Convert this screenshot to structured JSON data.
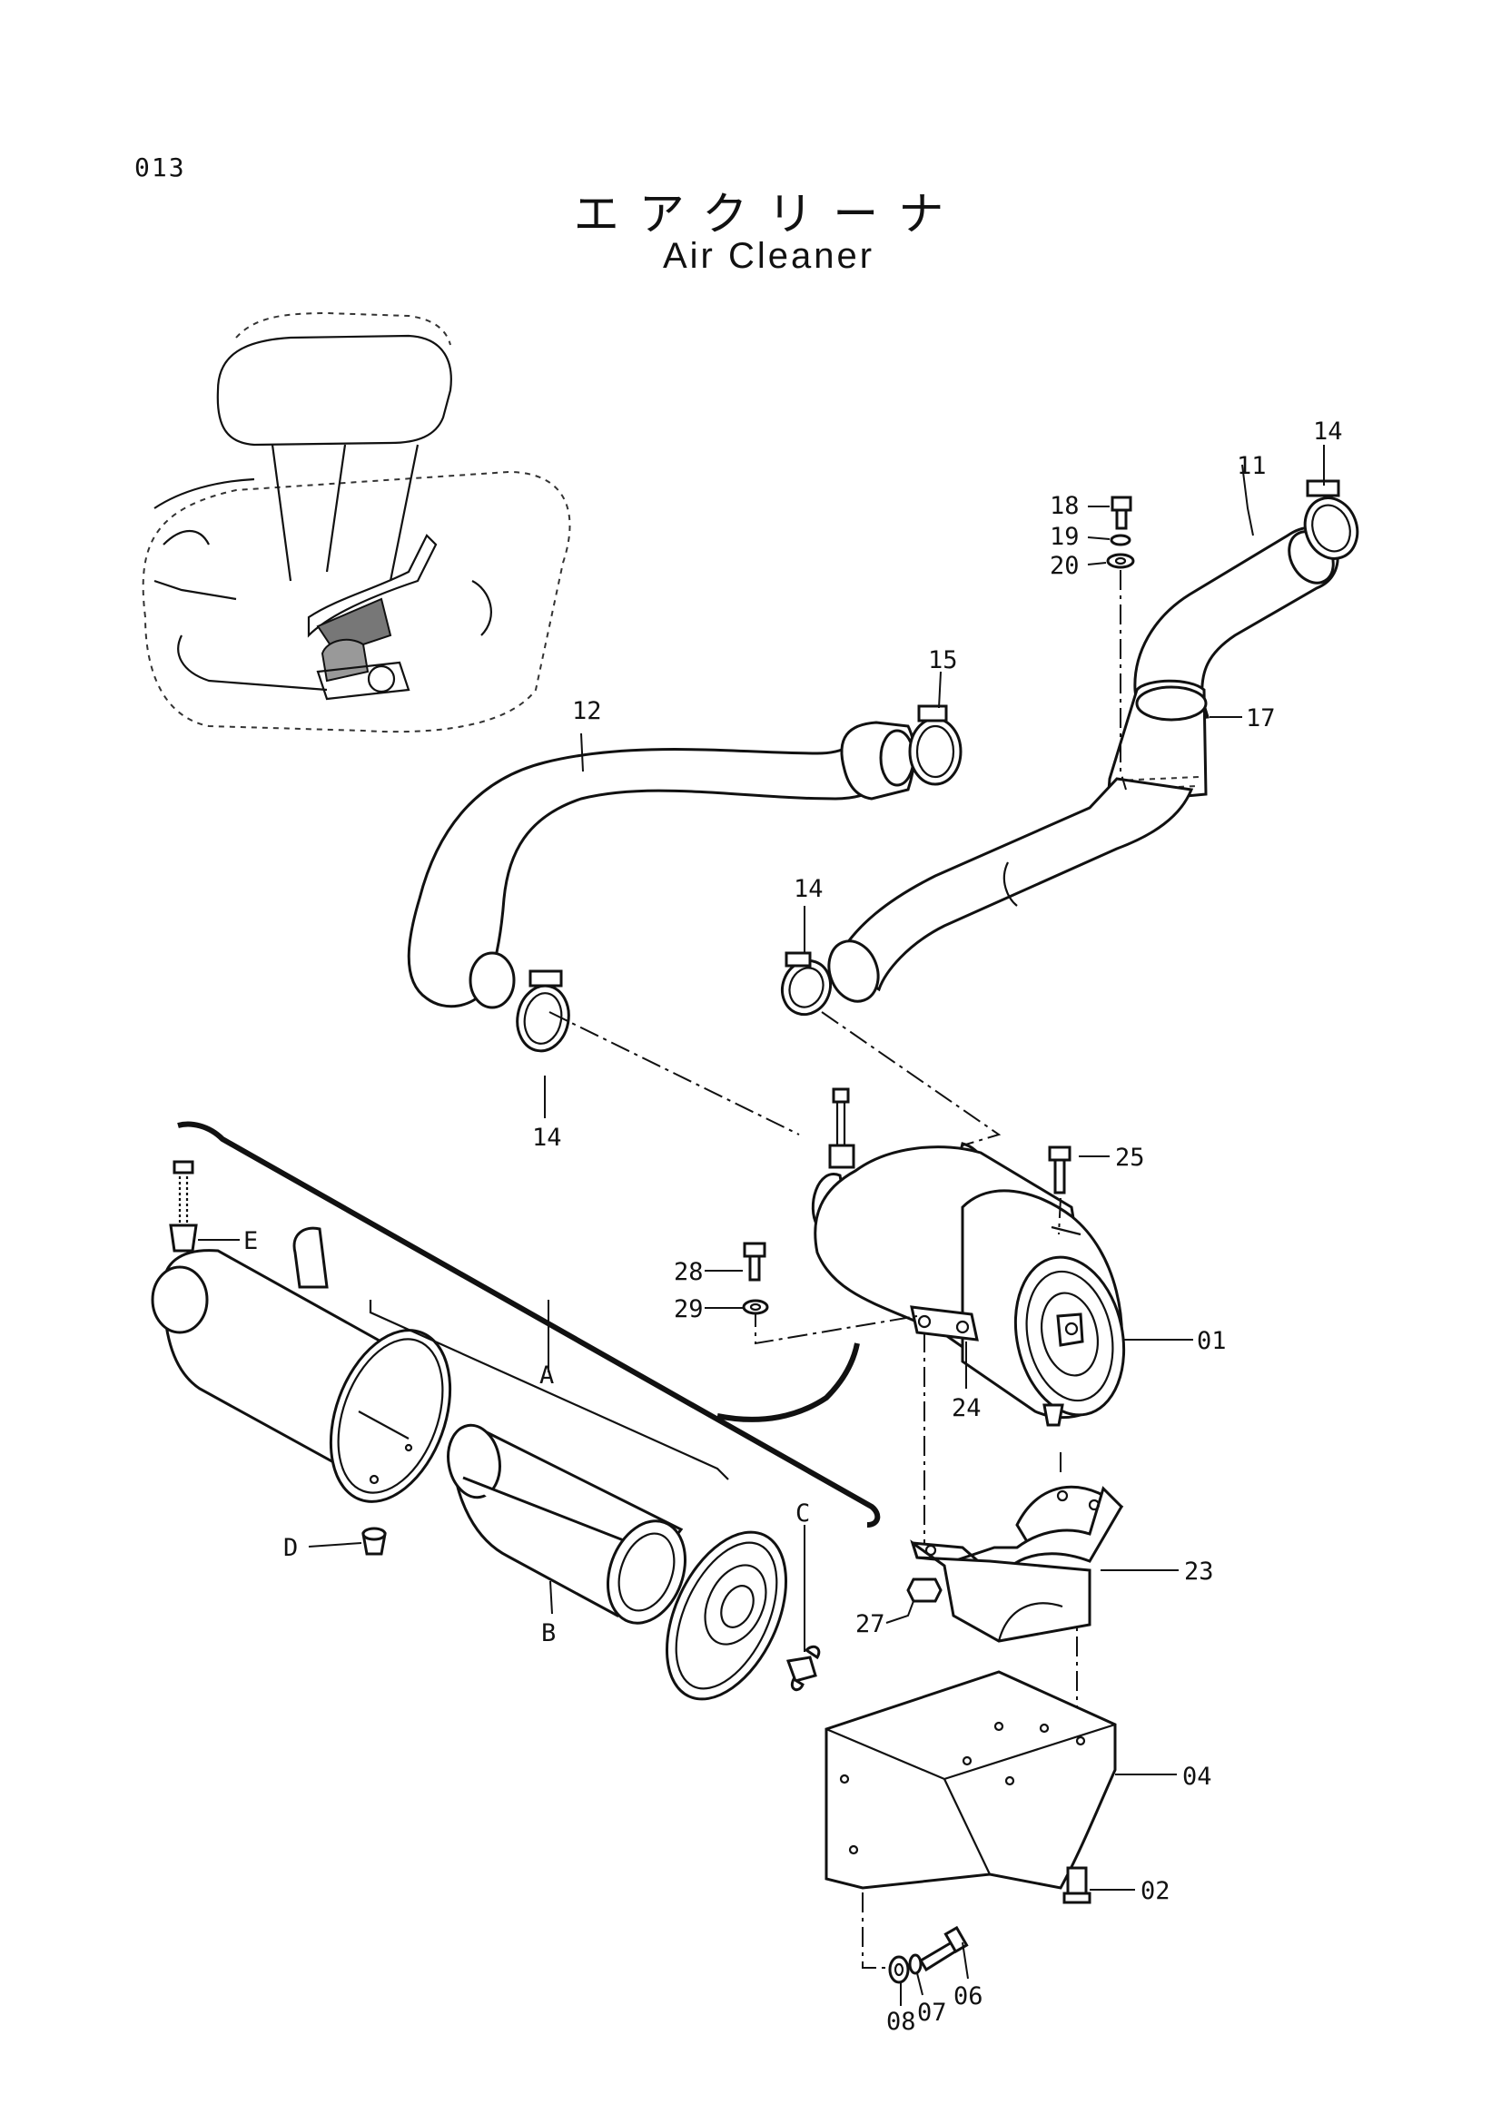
{
  "page_number": "013",
  "title_jp": "エアクリーナ",
  "title_en": "Air Cleaner",
  "callouts": [
    {
      "id": "c01",
      "text": "01"
    },
    {
      "id": "c02",
      "text": "02"
    },
    {
      "id": "c04",
      "text": "04"
    },
    {
      "id": "c06",
      "text": "06"
    },
    {
      "id": "c07",
      "text": "07"
    },
    {
      "id": "c08",
      "text": "08"
    },
    {
      "id": "c11",
      "text": "11"
    },
    {
      "id": "c12",
      "text": "12"
    },
    {
      "id": "c14a",
      "text": "14"
    },
    {
      "id": "c14b",
      "text": "14"
    },
    {
      "id": "c14c",
      "text": "14"
    },
    {
      "id": "c15",
      "text": "15"
    },
    {
      "id": "c17",
      "text": "17"
    },
    {
      "id": "c18",
      "text": "18"
    },
    {
      "id": "c19",
      "text": "19"
    },
    {
      "id": "c20",
      "text": "20"
    },
    {
      "id": "c23",
      "text": "23"
    },
    {
      "id": "c24",
      "text": "24"
    },
    {
      "id": "c25",
      "text": "25"
    },
    {
      "id": "c27",
      "text": "27"
    },
    {
      "id": "c28",
      "text": "28"
    },
    {
      "id": "c29",
      "text": "29"
    },
    {
      "id": "cA",
      "text": "A"
    },
    {
      "id": "cB",
      "text": "B"
    },
    {
      "id": "cC",
      "text": "C"
    },
    {
      "id": "cD",
      "text": "D"
    },
    {
      "id": "cE",
      "text": "E"
    }
  ]
}
